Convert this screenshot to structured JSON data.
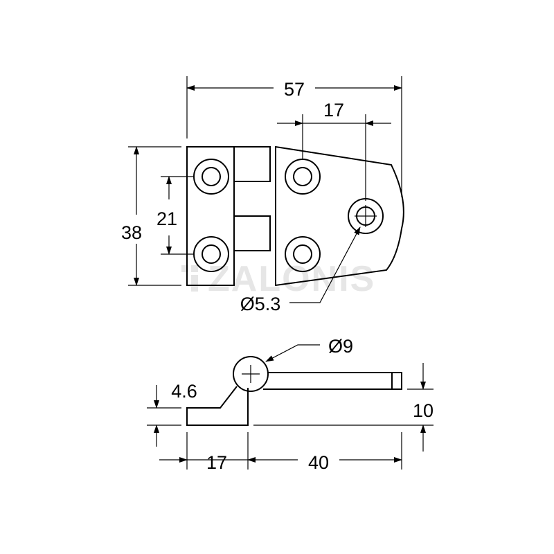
{
  "watermark": {
    "text": "ZALONIS"
  },
  "top_view": {
    "overall_width": "57",
    "hole_offset": "17",
    "height": "38",
    "hole_spacing": "21",
    "slot_hole_dia": "Ø5.3"
  },
  "side_view": {
    "knuckle_dia": "Ø9",
    "leaf_thickness": "4.6",
    "overall_height": "10",
    "left_leaf_length": "17",
    "right_leaf_length": "40"
  }
}
